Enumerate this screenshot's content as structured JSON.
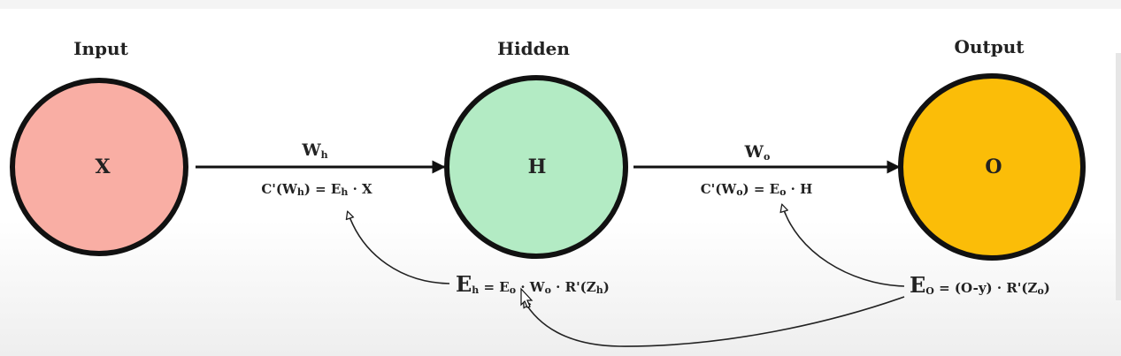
{
  "layers": {
    "input": {
      "title": "Input",
      "node": "X",
      "color": "#f9aea4"
    },
    "hidden": {
      "title": "Hidden",
      "node": "H",
      "color": "#b3ebc4"
    },
    "output": {
      "title": "Output",
      "node": "O",
      "color": "#fbbd08"
    }
  },
  "weights": {
    "input_hidden": {
      "main": "W",
      "sub": "h"
    },
    "hidden_output": {
      "main": "W",
      "sub": "o"
    }
  },
  "gradients": {
    "wh": {
      "lead": "C'(W",
      "sub": "h",
      "mid": ") = E",
      "sub2": "h",
      "tail": " · X"
    },
    "wo": {
      "lead": "C'(W",
      "sub": "o",
      "mid": ") = E",
      "sub2": "o",
      "tail": " · H"
    }
  },
  "errors": {
    "eh": {
      "E": "E",
      "Esub": "h",
      "t1": " = E",
      "s1": "o",
      "t2": " · W",
      "s2": "o",
      "t3": " · R'(Z",
      "s3": "h",
      "t4": ")"
    },
    "eo": {
      "E": "E",
      "Esub": "O",
      "t1": " = (O-y) · R'(Z",
      "s1": "o",
      "t2": ")"
    }
  }
}
